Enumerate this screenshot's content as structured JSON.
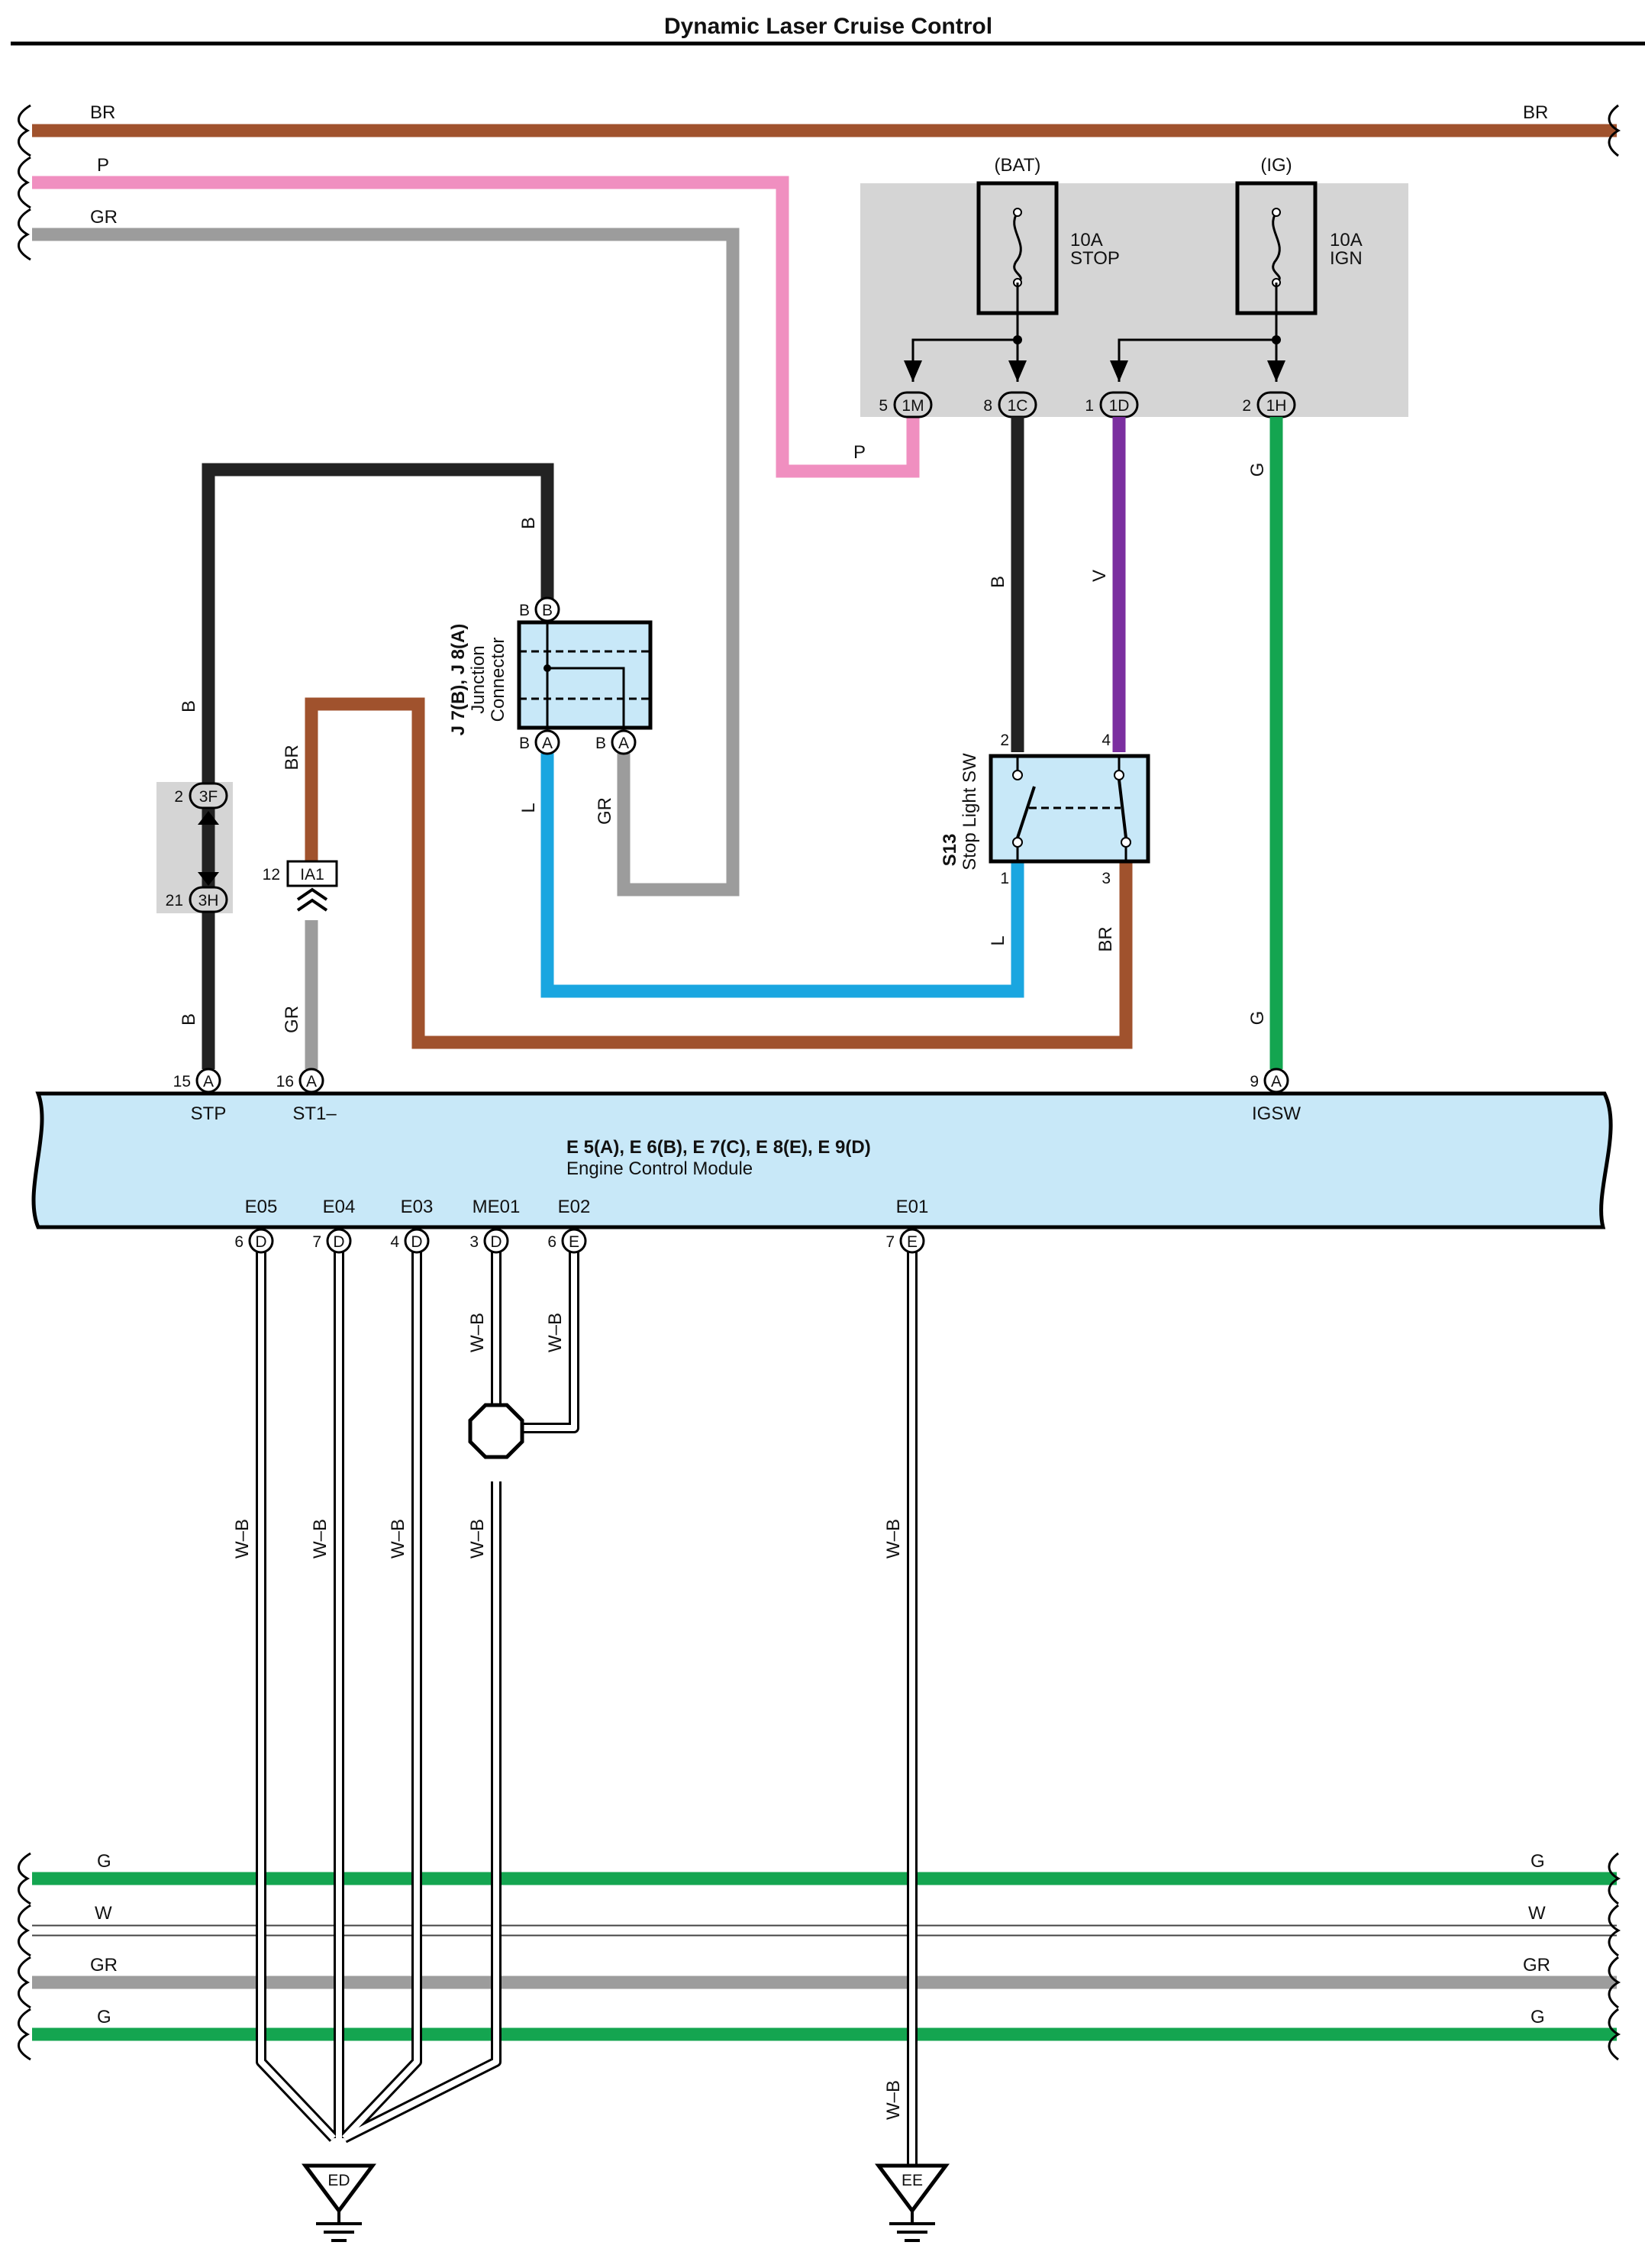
{
  "title": "Dynamic Laser Cruise Control",
  "colors": {
    "BR": "#a0522d",
    "P": "#f08fc0",
    "GR": "#9c9c9c",
    "B": "#222222",
    "L": "#1aa6e0",
    "V": "#7b2fa0",
    "G": "#14a550",
    "W": "#ffffff",
    "component_fill": "#c8e8f8",
    "fuse_box_fill": "#d5d5d5"
  },
  "top_buses": [
    {
      "color_code": "BR",
      "label_left": "BR",
      "label_right": "BR"
    },
    {
      "color_code": "P",
      "label_left": "P"
    },
    {
      "color_code": "GR",
      "label_left": "GR"
    }
  ],
  "bottom_buses": [
    {
      "color_code": "G",
      "label_left": "G",
      "label_right": "G"
    },
    {
      "color_code": "W",
      "label_left": "W",
      "label_right": "W"
    },
    {
      "color_code": "GR",
      "label_left": "GR",
      "label_right": "GR"
    },
    {
      "color_code": "G",
      "label_left": "G",
      "label_right": "G"
    }
  ],
  "fuse_box": {
    "fuses": [
      {
        "source": "(BAT)",
        "rating": "10A",
        "name": "STOP"
      },
      {
        "source": "(IG)",
        "rating": "10A",
        "name": "IGN"
      }
    ],
    "connectors": [
      {
        "pin": "5",
        "id": "1M"
      },
      {
        "pin": "8",
        "id": "1C"
      },
      {
        "pin": "1",
        "id": "1D"
      },
      {
        "pin": "2",
        "id": "1H"
      }
    ]
  },
  "junction_connector": {
    "designation": "J 7(B), J 8(A)",
    "name_line1": "Junction",
    "name_line2": "Connector",
    "top_pin": {
      "label": "B",
      "id": "B"
    },
    "bottom_pins": [
      {
        "label": "B",
        "id": "A"
      },
      {
        "label": "B",
        "id": "A"
      }
    ]
  },
  "stop_light_switch": {
    "designation": "S13",
    "name": "Stop Light SW",
    "pins": [
      "2",
      "4",
      "1",
      "3"
    ]
  },
  "inline_connector": {
    "top": {
      "pin": "2",
      "id": "3F"
    },
    "bottom": {
      "pin": "21",
      "id": "3H"
    }
  },
  "ia1_connector": {
    "pin": "12",
    "id": "IA1"
  },
  "ecm": {
    "designation": "E 5(A), E 6(B), E 7(C), E 8(E), E 9(D)",
    "name": "Engine Control Module",
    "top_terminals": [
      {
        "pin": "15",
        "conn": "A",
        "name": "STP"
      },
      {
        "pin": "16",
        "conn": "A",
        "name": "ST1–"
      },
      {
        "pin": "9",
        "conn": "A",
        "name": "IGSW"
      }
    ],
    "bottom_terminals": [
      {
        "pin": "6",
        "conn": "D",
        "name": "E05"
      },
      {
        "pin": "7",
        "conn": "D",
        "name": "E04"
      },
      {
        "pin": "4",
        "conn": "D",
        "name": "E03"
      },
      {
        "pin": "3",
        "conn": "D",
        "name": "ME01"
      },
      {
        "pin": "6",
        "conn": "E",
        "name": "E02"
      },
      {
        "pin": "7",
        "conn": "E",
        "name": "E01"
      }
    ]
  },
  "wire_labels": {
    "p_to_1m": "P",
    "b_1c": "B",
    "v_1d": "V",
    "g_1h_upper": "G",
    "g_1h_lower": "G",
    "b_junction_top": "B",
    "b_stp_upper": "B",
    "b_stp_lower": "B",
    "br_ia1": "BR",
    "gr_st1": "GR",
    "l_junction": "L",
    "gr_junction": "GR",
    "l_switch": "L",
    "br_switch": "BR",
    "wb_me01_upper": "W–B",
    "wb_e02": "W–B",
    "wb_e05": "W–B",
    "wb_e04": "W–B",
    "wb_e03": "W–B",
    "wb_me01_lower": "W–B",
    "wb_e01_upper": "W–B",
    "wb_e01_lower": "W–B"
  },
  "grounds": [
    {
      "id": "ED"
    },
    {
      "id": "EE"
    }
  ]
}
